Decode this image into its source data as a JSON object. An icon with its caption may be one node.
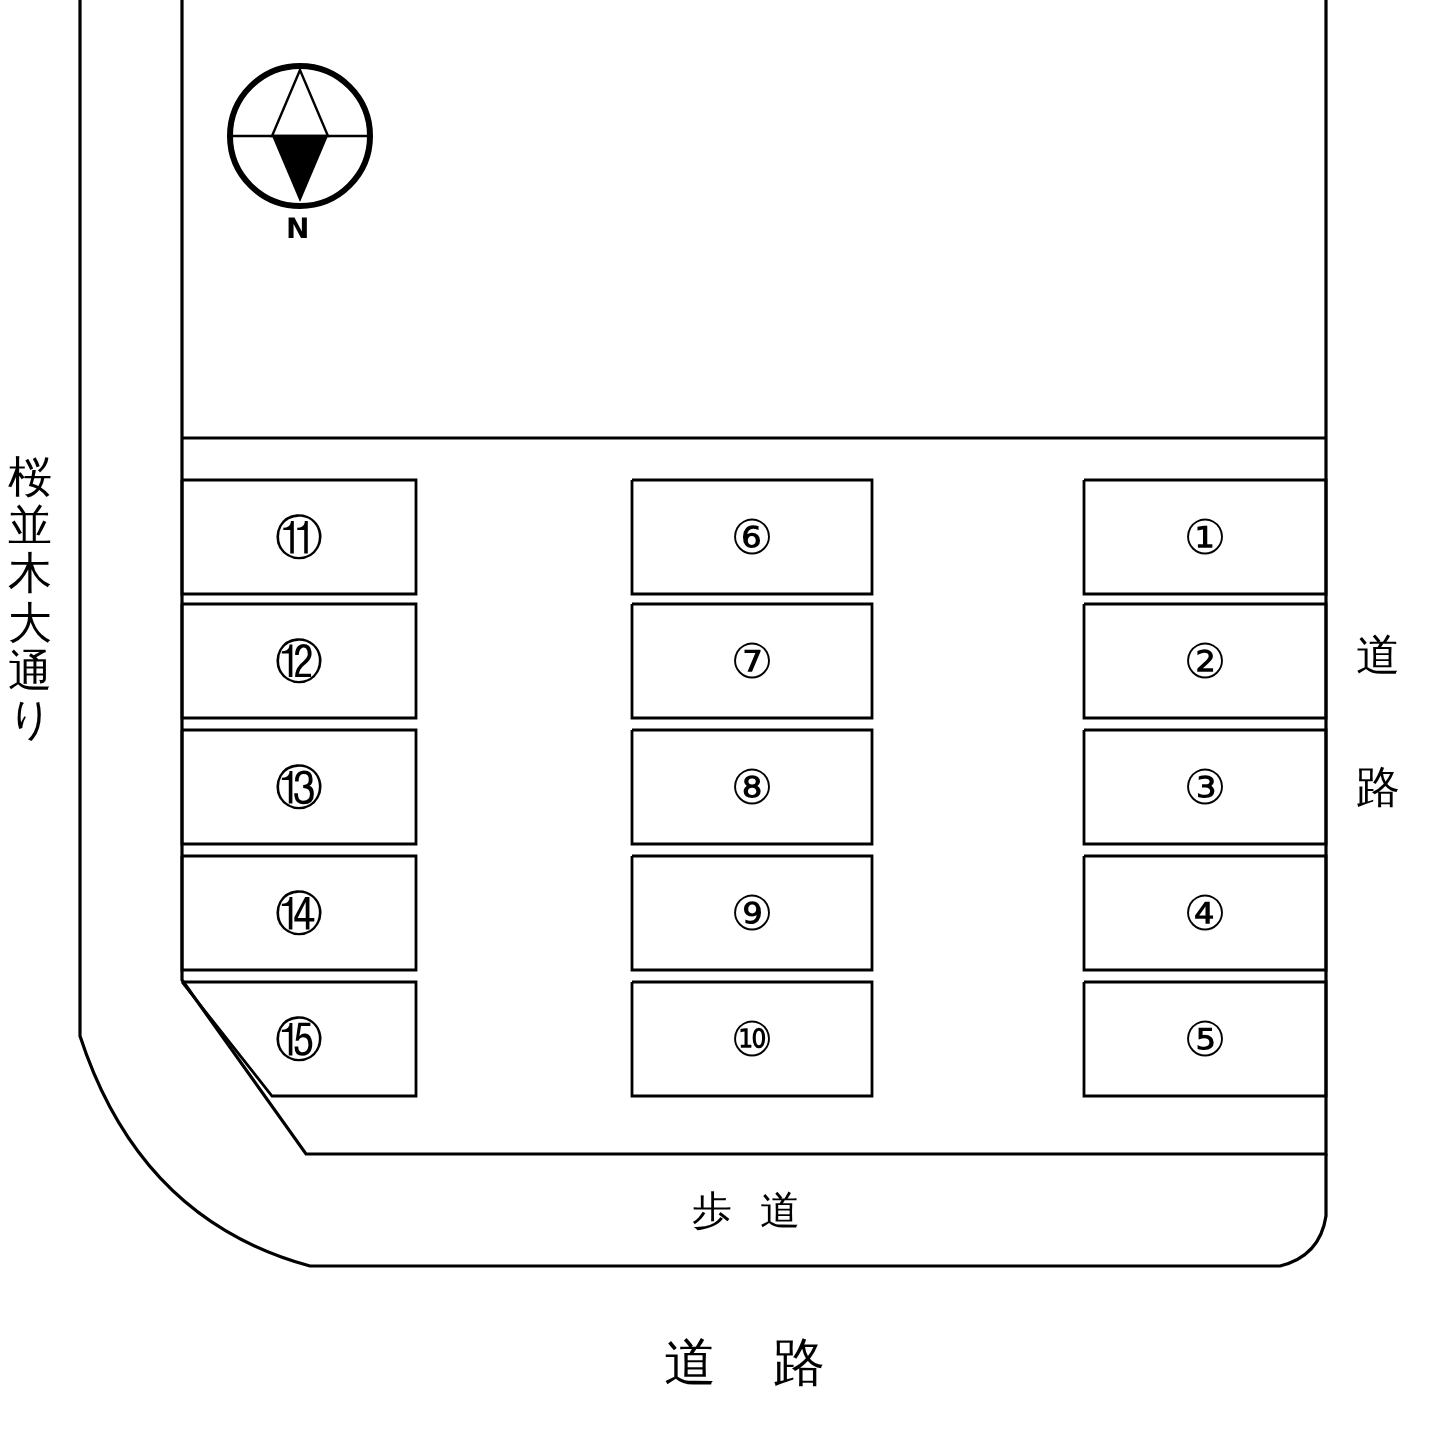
{
  "diagram": {
    "nodes": [
      {
        "text": [
          "①"
        ]
      },
      {
        "text": [
          "②"
        ]
      },
      {
        "text": [
          "③"
        ]
      },
      {
        "text": [
          "④"
        ]
      },
      {
        "text": [
          "⑤"
        ]
      },
      {
        "text": [
          "⑥"
        ]
      },
      {
        "text": [
          "⑦"
        ]
      },
      {
        "text": [
          "⑧"
        ]
      },
      {
        "text": [
          "⑨"
        ]
      },
      {
        "text": [
          "⑩"
        ]
      },
      {
        "text": [
          "⑪"
        ]
      },
      {
        "text": [
          "⑫"
        ]
      },
      {
        "text": [
          "⑬"
        ]
      },
      {
        "text": [
          "⑭"
        ]
      },
      {
        "text": [
          "⑮"
        ]
      }
    ],
    "labels": [
      "N",
      "桜並木大通り",
      "道路",
      "歩道",
      "道路"
    ]
  }
}
